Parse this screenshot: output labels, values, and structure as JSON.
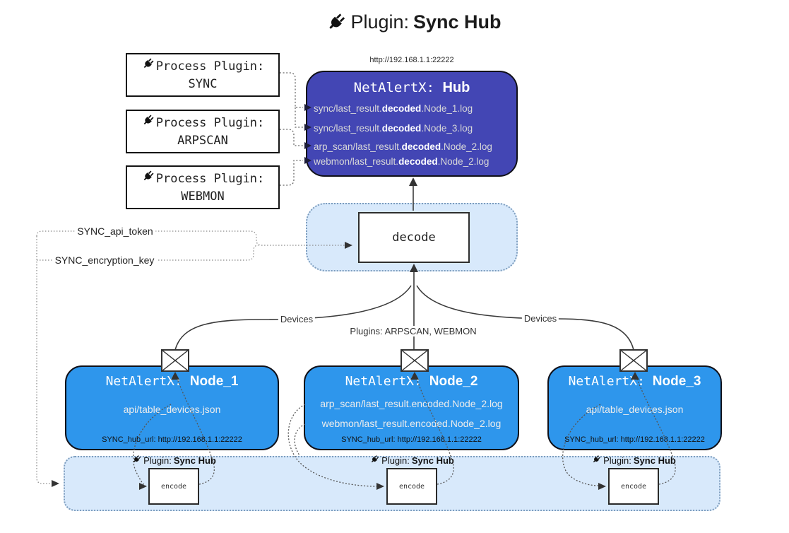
{
  "title": {
    "prefix": "Plugin:",
    "name": "Sync Hub"
  },
  "process_plugins": [
    {
      "label": "Process Plugin:",
      "name": "SYNC"
    },
    {
      "label": "Process Plugin:",
      "name": "ARPSCAN"
    },
    {
      "label": "Process Plugin:",
      "name": "WEBMON"
    }
  ],
  "hub": {
    "url": "http://192.168.1.1:22222",
    "prefix": "NetAlertX:",
    "name": "Hub",
    "logs": [
      {
        "pre": "sync/last_result.",
        "bold": "decoded",
        "post": ".Node_1.log"
      },
      {
        "pre": "sync/last_result.",
        "bold": "decoded",
        "post": ".Node_3.log"
      },
      {
        "pre": "arp_scan/last_result.",
        "bold": "decoded",
        "post": ".Node_2.log"
      },
      {
        "pre": "webmon/last_result.",
        "bold": "decoded",
        "post": ".Node_2.log"
      }
    ]
  },
  "decode": {
    "label": "decode"
  },
  "settings": {
    "api_token": "SYNC_api_token",
    "encryption_key": "SYNC_encryption_key"
  },
  "edge_labels": {
    "devices_left": "Devices",
    "plugins_center": "Plugins: ARPSCAN, WEBMON",
    "devices_right": "Devices"
  },
  "nodes": [
    {
      "prefix": "NetAlertX:",
      "name": "Node_1",
      "files": [
        "api/table_devices.json"
      ],
      "hub_url": "SYNC_hub_url: http://192.168.1.1:22222"
    },
    {
      "prefix": "NetAlertX:",
      "name": "Node_2",
      "files": [
        "arp_scan/last_result.encoded.Node_2.log",
        "webmon/last_result.encoded.Node_2.log"
      ],
      "hub_url": "SYNC_hub_url: http://192.168.1.1:22222"
    },
    {
      "prefix": "NetAlertX:",
      "name": "Node_3",
      "files": [
        "api/table_devices.json"
      ],
      "hub_url": "SYNC_hub_url: http://192.168.1.1:22222"
    }
  ],
  "encode_band": {
    "label_prefix": "Plugin:",
    "label_name": "Sync Hub",
    "encode_label": "encode"
  },
  "colors": {
    "hub_fill": "#4346B4",
    "node_fill": "#2E96EC",
    "panel_fill": "#D8E9FB",
    "panel_border": "#7C9CBD",
    "box_border": "#141414",
    "solid_line": "#3A3A3A",
    "dotted_line": "#777777",
    "hub_text": "#D8D8D8",
    "node_text": "#ECECEC"
  }
}
